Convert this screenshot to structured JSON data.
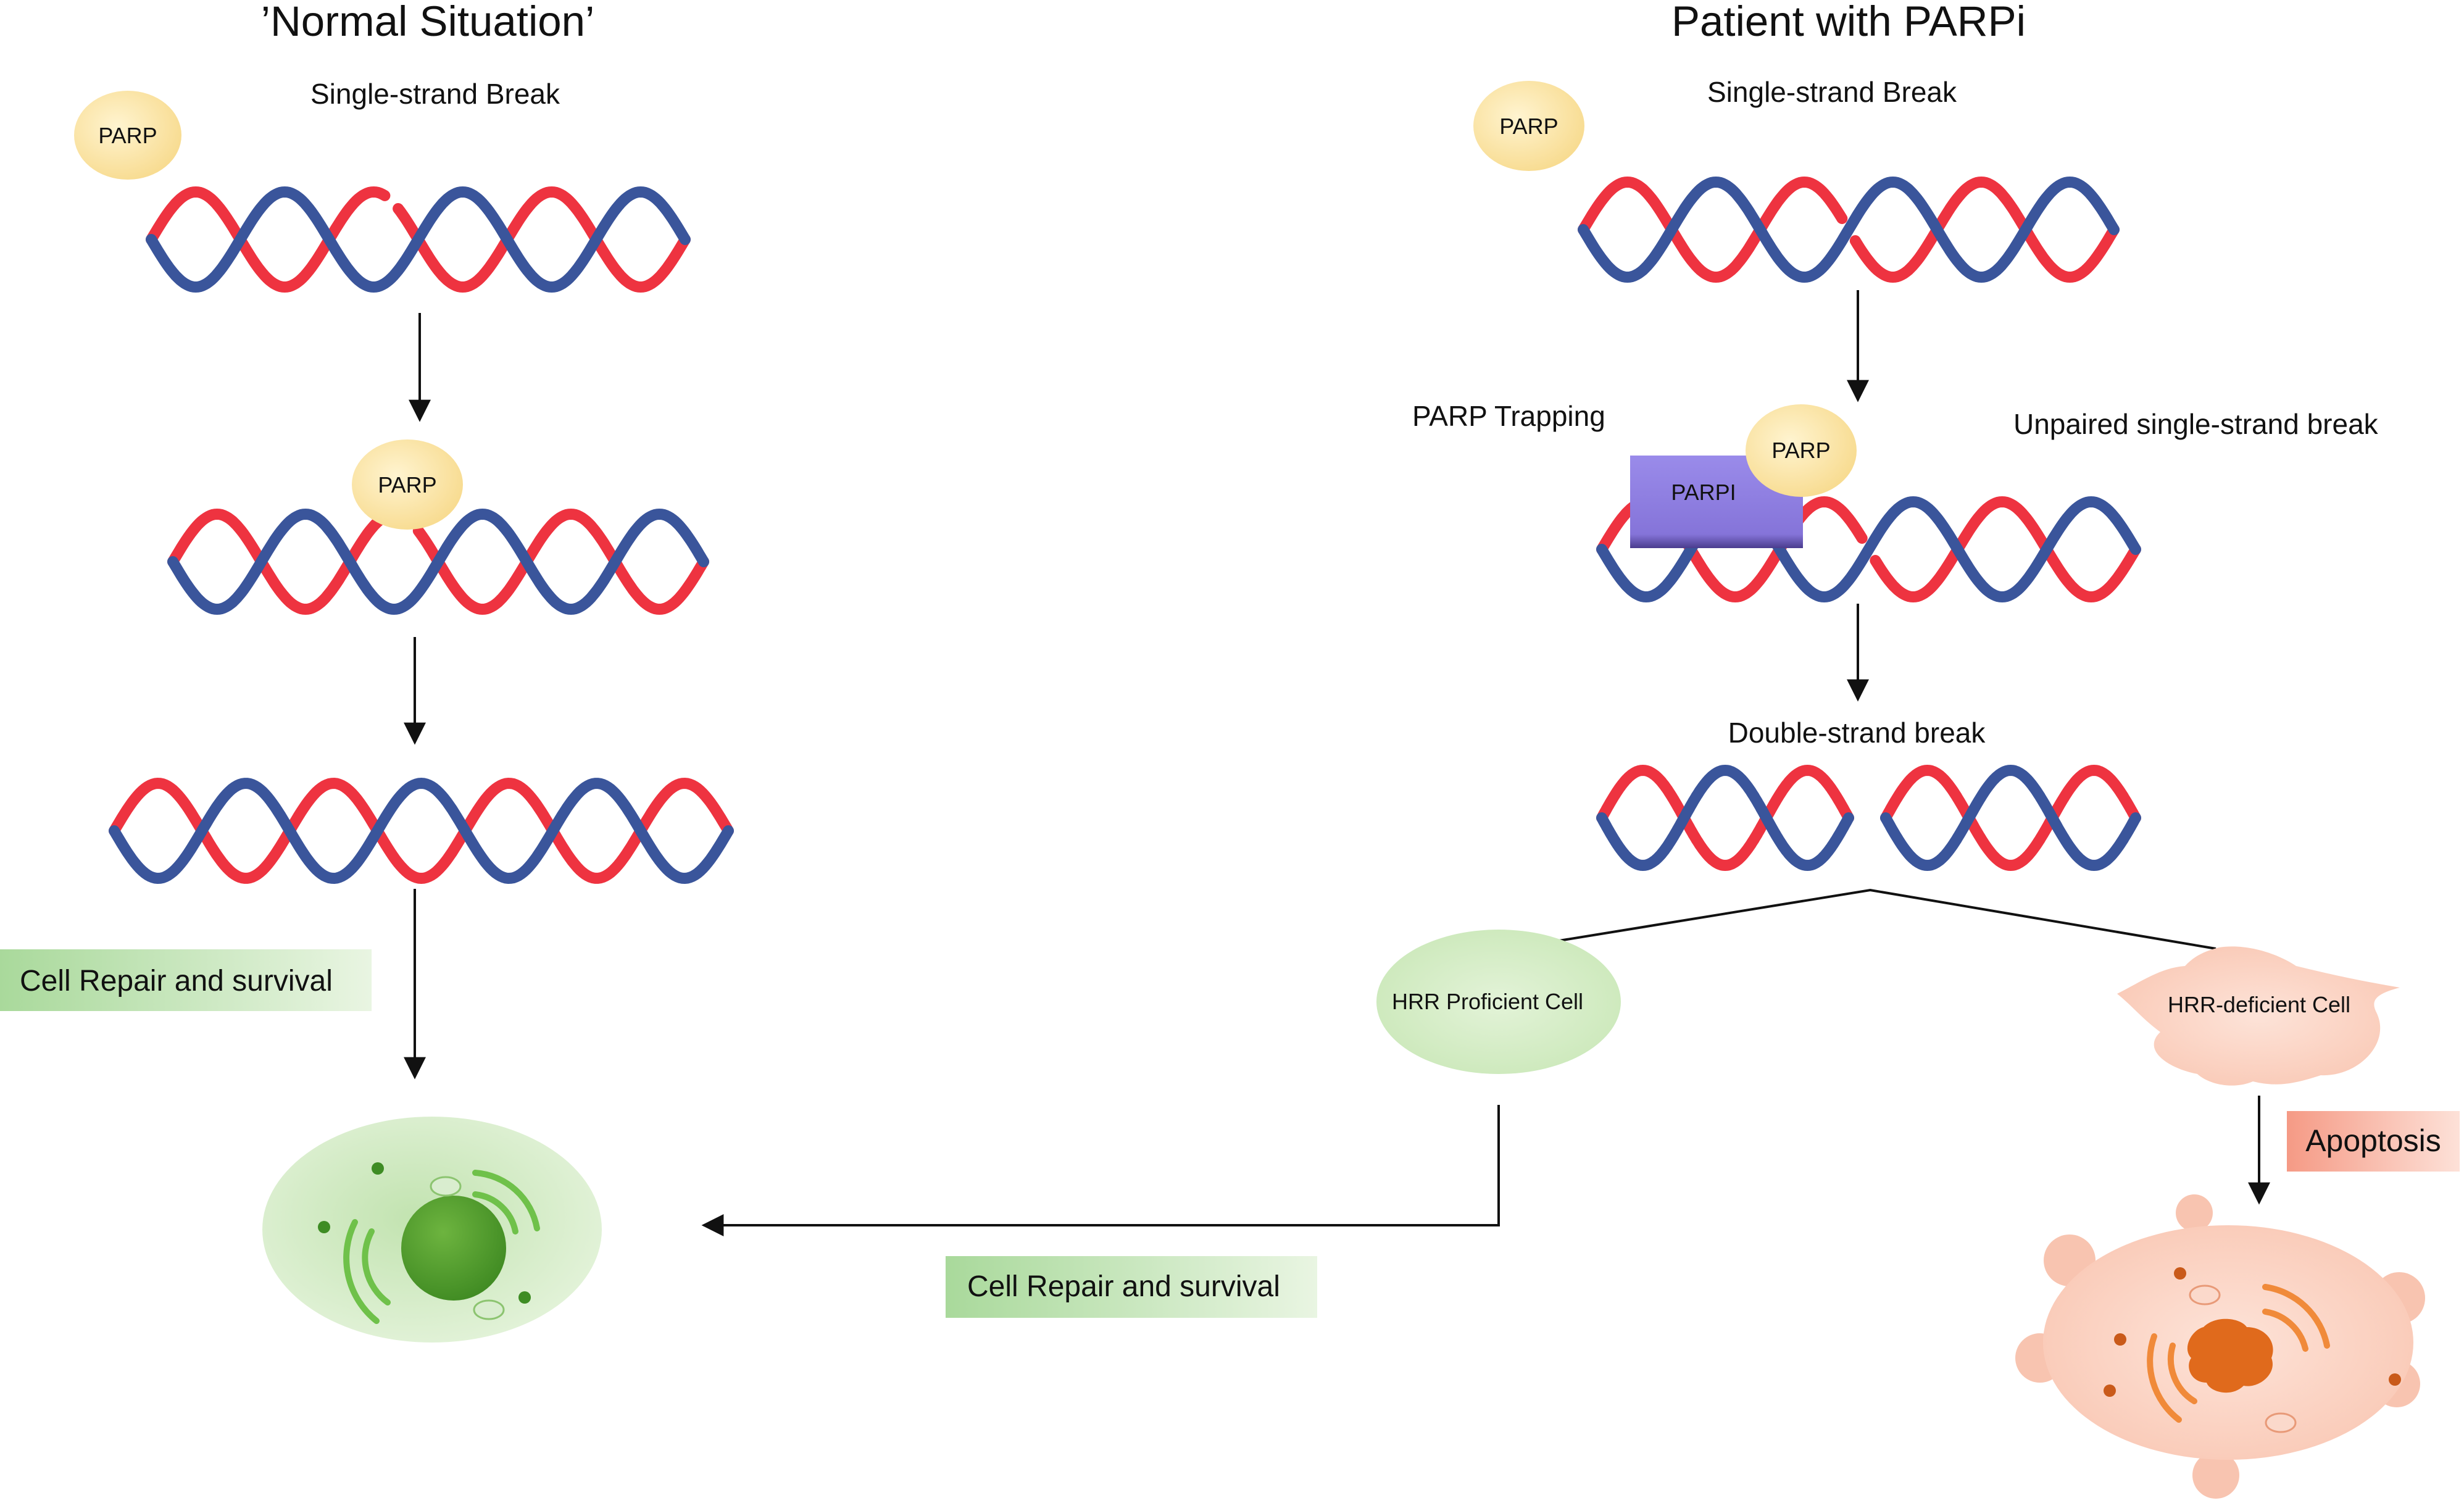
{
  "normal": {
    "title": "’Normal Situation’",
    "single_strand_break": "Single-strand Break",
    "parp_label_1": "PARP",
    "parp_label_2": "PARP",
    "repair_label": "Cell Repair and survival"
  },
  "parpi": {
    "title": "Patient with PARPi",
    "single_strand_break": "Single-strand Break",
    "parp_label_1": "PARP",
    "parp_label_2": "PARP",
    "parpi_label": "PARPI",
    "trapping": "PARP Trapping",
    "unpaired": "Unpaired single-strand break",
    "double_strand": "Double-strand break",
    "hrr_proficient": "HRR Proficient Cell",
    "hrr_deficient": "HRR-deficient Cell",
    "apoptosis": "Apoptosis",
    "repair_label": "Cell Repair and survival"
  },
  "colors": {
    "strand_red": "#ee3340",
    "strand_blue": "#3a559b",
    "parp": "#fbe4a6",
    "parpi": "#8f7be0",
    "green_cell": "#cfe9c2",
    "nucleus_green": "#4e9a2c",
    "orange_cell": "#f8c4b0",
    "nucleus_orange": "#e06a1c"
  }
}
